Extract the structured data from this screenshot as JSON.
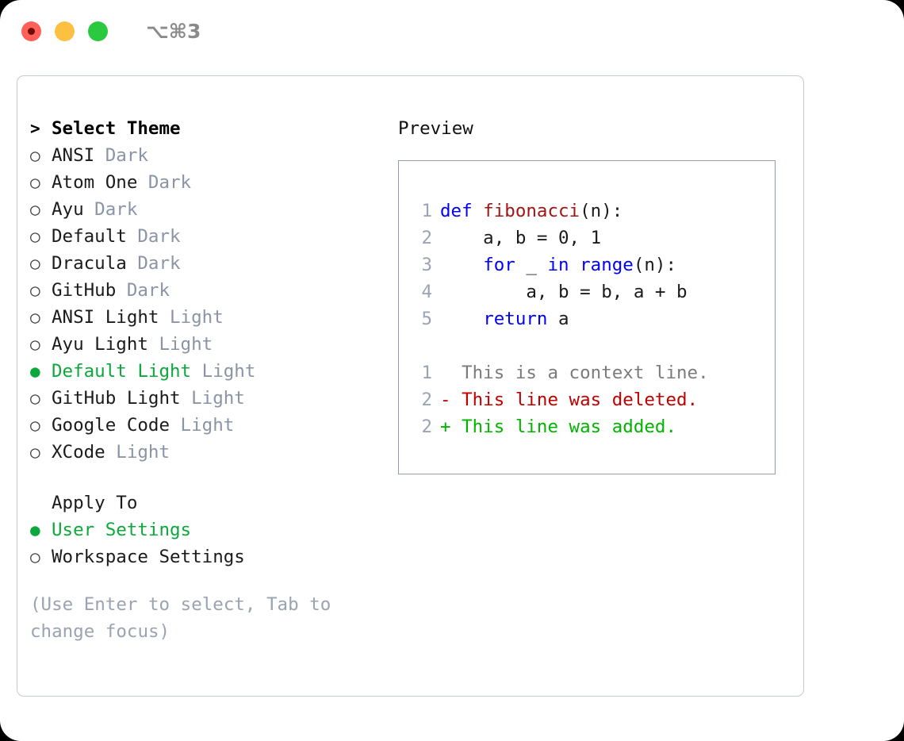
{
  "titlebar": {
    "shortcut": "⌥⌘3",
    "lights": [
      "close-red",
      "minimize-yellow",
      "maximize-green"
    ]
  },
  "theme_list": {
    "header_marker": ">",
    "header_label": "Select Theme",
    "items": [
      {
        "marker": "○",
        "label": "ANSI",
        "tag": "Dark",
        "selected": false
      },
      {
        "marker": "○",
        "label": "Atom One",
        "tag": "Dark",
        "selected": false
      },
      {
        "marker": "○",
        "label": "Ayu",
        "tag": "Dark",
        "selected": false
      },
      {
        "marker": "○",
        "label": "Default",
        "tag": "Dark",
        "selected": false
      },
      {
        "marker": "○",
        "label": "Dracula",
        "tag": "Dark",
        "selected": false
      },
      {
        "marker": "○",
        "label": "GitHub",
        "tag": "Dark",
        "selected": false
      },
      {
        "marker": "○",
        "label": "ANSI Light",
        "tag": "Light",
        "selected": false
      },
      {
        "marker": "○",
        "label": "Ayu Light",
        "tag": "Light",
        "selected": false
      },
      {
        "marker": "●",
        "label": "Default Light",
        "tag": "Light",
        "selected": true
      },
      {
        "marker": "○",
        "label": "GitHub Light",
        "tag": "Light",
        "selected": false
      },
      {
        "marker": "○",
        "label": "Google Code",
        "tag": "Light",
        "selected": false
      },
      {
        "marker": "○",
        "label": "XCode",
        "tag": "Light",
        "selected": false
      }
    ]
  },
  "apply_to": {
    "title": "Apply To",
    "items": [
      {
        "marker": "●",
        "label": "User Settings",
        "selected": true
      },
      {
        "marker": "○",
        "label": "Workspace Settings",
        "selected": false
      }
    ]
  },
  "hint": "(Use Enter to select, Tab to change focus)",
  "preview": {
    "title": "Preview",
    "code_lines": [
      {
        "num": "1",
        "tokens": [
          {
            "t": "def ",
            "c": "kw"
          },
          {
            "t": "fibonacci",
            "c": "fn"
          },
          {
            "t": "(n):",
            "c": "plain"
          }
        ]
      },
      {
        "num": "2",
        "tokens": [
          {
            "t": "    a, b = 0, 1",
            "c": "plain"
          }
        ]
      },
      {
        "num": "3",
        "tokens": [
          {
            "t": "    ",
            "c": "plain"
          },
          {
            "t": "for",
            "c": "kw"
          },
          {
            "t": " _ ",
            "c": "plain"
          },
          {
            "t": "in",
            "c": "kw"
          },
          {
            "t": " ",
            "c": "plain"
          },
          {
            "t": "range",
            "c": "kw"
          },
          {
            "t": "(n):",
            "c": "plain"
          }
        ]
      },
      {
        "num": "4",
        "tokens": [
          {
            "t": "        a, b = b, a + b",
            "c": "plain"
          }
        ]
      },
      {
        "num": "5",
        "tokens": [
          {
            "t": "    ",
            "c": "plain"
          },
          {
            "t": "return",
            "c": "kw"
          },
          {
            "t": " a",
            "c": "plain"
          }
        ]
      }
    ],
    "diff_lines": [
      {
        "num": "1",
        "text": "  This is a context line.",
        "c": "diff-ctx"
      },
      {
        "num": "2",
        "text": "- This line was deleted.",
        "c": "diff-del"
      },
      {
        "num": "2",
        "text": "+ This line was added.",
        "c": "diff-add"
      }
    ]
  },
  "colors": {
    "accent_green": "#0ca83c",
    "tag_gray": "#8a94a6",
    "hint_gray": "#9aa3b2",
    "panel_border": "#c3cad6",
    "preview_border": "#939fae",
    "keyword_blue": "#0000ff",
    "function_red": "#a31515",
    "diff_delete": "#c00000",
    "diff_add": "#00b400",
    "light_red": "#fc6058",
    "light_yellow": "#fec041",
    "light_green": "#2bc940"
  }
}
